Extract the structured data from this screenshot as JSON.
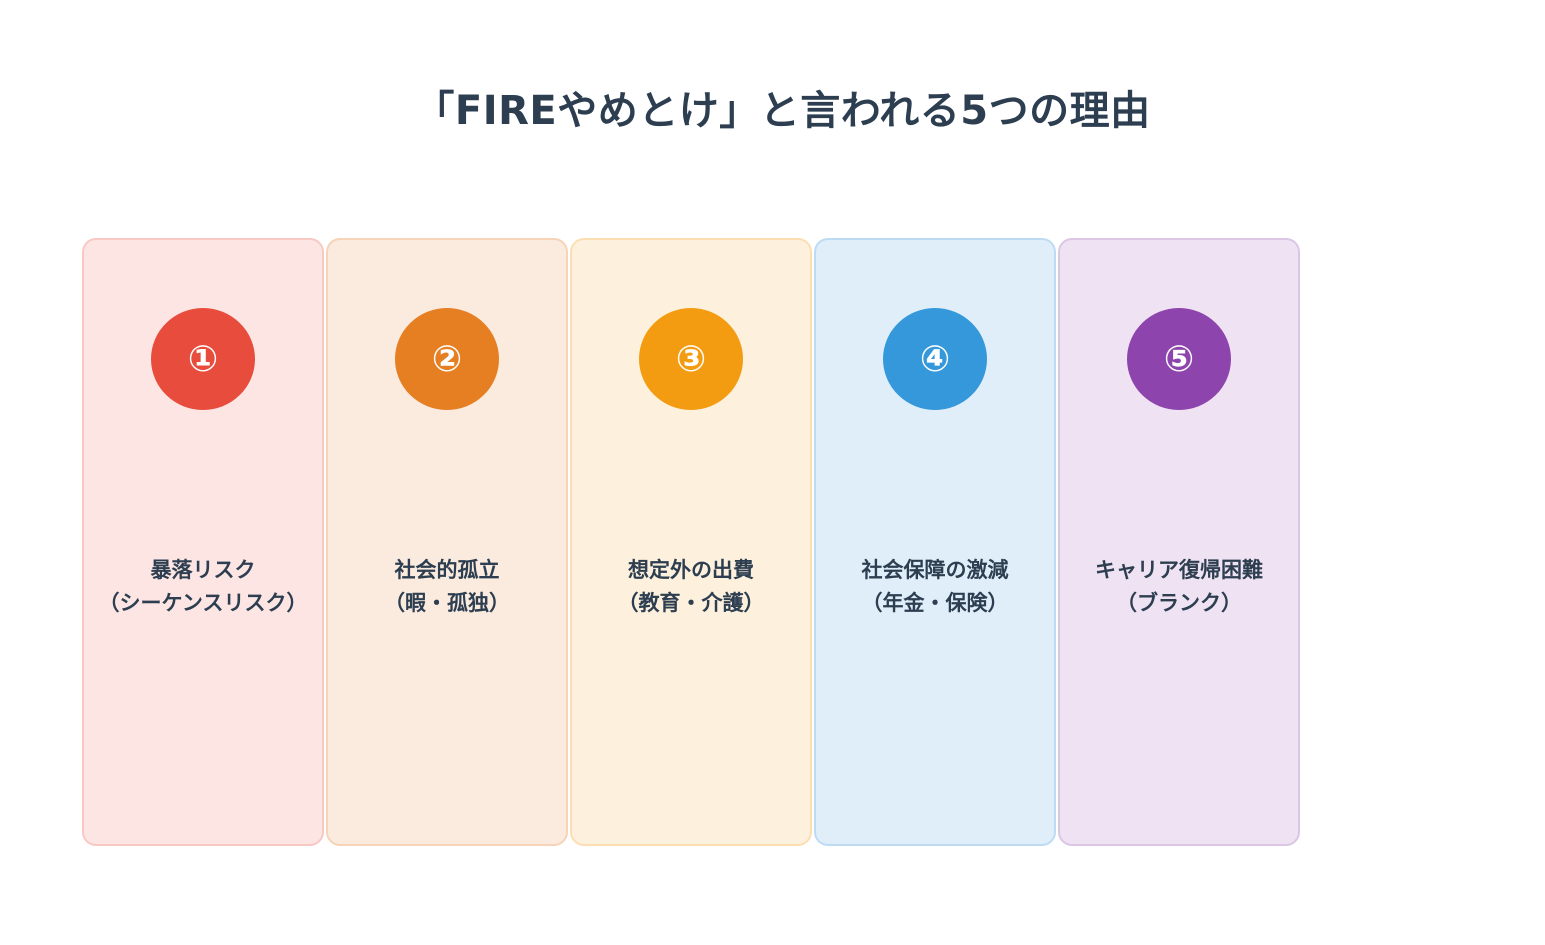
{
  "title": "「FIREやめとけ」と言われる5つの理由",
  "cards": [
    {
      "number": "①",
      "line1": "暴落リスク",
      "line2": "（シーケンスリスク）",
      "accent": "#e74c3c",
      "bg": "#fce5e3",
      "border": "#f8c9c4"
    },
    {
      "number": "②",
      "line1": "社会的孤立",
      "line2": "（暇・孤独）",
      "accent": "#e67e22",
      "bg": "#fbebdf",
      "border": "#f7d3b8"
    },
    {
      "number": "③",
      "line1": "想定外の出費",
      "line2": "（教育・介護）",
      "accent": "#f39c12",
      "bg": "#fdf0dc",
      "border": "#fbdfb2"
    },
    {
      "number": "④",
      "line1": "社会保障の激減",
      "line2": "（年金・保険）",
      "accent": "#3498db",
      "bg": "#e0eefa",
      "border": "#bddcf4"
    },
    {
      "number": "⑤",
      "line1": "キャリア復帰困難",
      "line2": "（ブランク）",
      "accent": "#8e44ad",
      "bg": "#efe3f3",
      "border": "#dcc6e6"
    }
  ]
}
